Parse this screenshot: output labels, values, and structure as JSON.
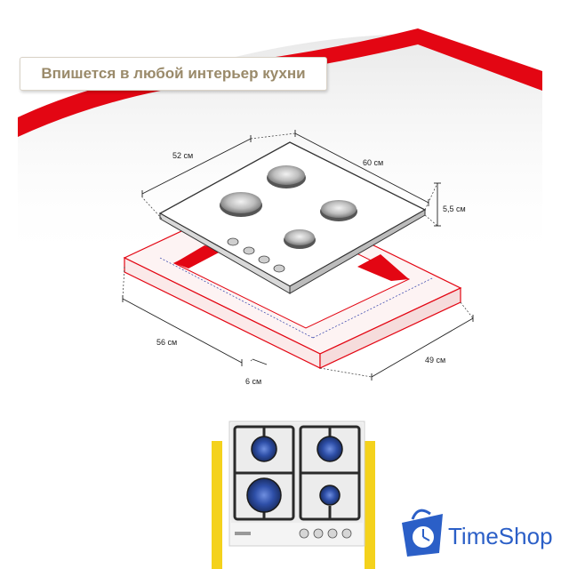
{
  "banner": {
    "title": "Впишется в любой интерьер кухни"
  },
  "dimensions": {
    "top_width": "52 см",
    "top_depth": "60 см",
    "height": "5,5 см",
    "cutout_width": "56 см",
    "cutout_depth": "49 см",
    "edge_gap": "6 см"
  },
  "logo": {
    "text": "TimeShop",
    "icon": "clock-bag-icon"
  },
  "colors": {
    "accent_red": "#e30613",
    "logo_blue": "#2b5fc7",
    "frame_yellow": "#f4d21c",
    "title_text": "#9a8a6a"
  }
}
